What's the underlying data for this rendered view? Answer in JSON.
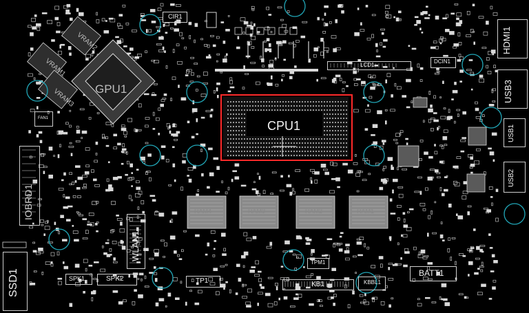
{
  "board": {
    "background": "#000000",
    "trace_color": "#d9d9d9",
    "highlight_color": "#ff2a2a",
    "hole_color": "#21a7b8"
  },
  "labels": {
    "cpu1": "CPU1",
    "gpu1": "GPU1",
    "vram1": "VRAM1",
    "vram2": "VRAM2",
    "vram3": "VRAM3",
    "cir1": "CIR1",
    "lcd1": "LCD1",
    "dcin1": "DCIN1",
    "hdmi1": "HDMI1",
    "usb3": "USB3",
    "usb1": "USB1",
    "usb2": "USB2",
    "ram1": "RAM1",
    "ram2": "RAM2",
    "ram3": "RAM3",
    "ram4": "RAM4",
    "wlan1": "WLAN1",
    "ssd1": "SSD1",
    "io_board1": "IOBRD1",
    "fan1": "FAN1",
    "spk1": "SPK1",
    "spk2": "SPK2",
    "tp1": "TP1",
    "tpm1": "TPM1",
    "kb1": "KB1",
    "kbbl1": "KBBL1",
    "batt1": "BATT1"
  }
}
